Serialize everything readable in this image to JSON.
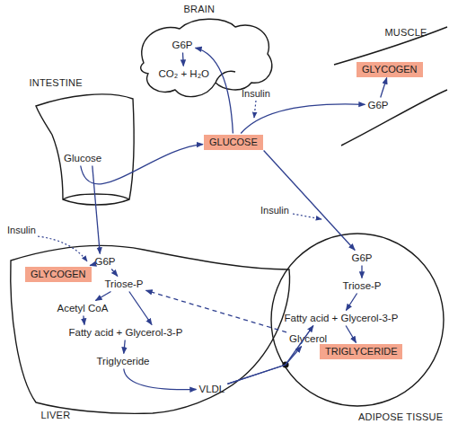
{
  "diagram": {
    "nodes": [
      {
        "text": [
          "BRAIN"
        ]
      },
      {
        "text": [
          "G6P"
        ],
        "in": 0
      },
      {
        "text": [
          "CO₂ + H₂O"
        ],
        "in": 0
      },
      {
        "text": [
          "MUSCLE"
        ]
      },
      {
        "text": [
          "GLYCOGEN"
        ],
        "in": 3
      },
      {
        "text": [
          "G6P"
        ],
        "in": 3
      },
      {
        "text": [
          "INTESTINE"
        ]
      },
      {
        "text": [
          "Glucose"
        ],
        "in": 6
      },
      {
        "text": [
          "GLUCOSE"
        ]
      },
      {
        "text": [
          "LIVER"
        ]
      },
      {
        "text": [
          "G6P"
        ],
        "in": 9
      },
      {
        "text": [
          "GLYCOGEN"
        ],
        "in": 9
      },
      {
        "text": [
          "Triose-P"
        ],
        "in": 9
      },
      {
        "text": [
          "Acetyl CoA"
        ],
        "in": 9
      },
      {
        "text": [
          "Fatty acid + Glycerol-3-P"
        ],
        "in": 9
      },
      {
        "text": [
          "Triglyceride"
        ],
        "in": 9
      },
      {
        "text": [
          "VLDL"
        ],
        "in": 9
      },
      {
        "text": [
          "ADIPOSE TISSUE"
        ]
      },
      {
        "text": [
          "G6P"
        ],
        "in": 17
      },
      {
        "text": [
          "Triose-P"
        ],
        "in": 17
      },
      {
        "text": [
          "Fatty acid + Glycerol-3-P"
        ],
        "in": 17
      },
      {
        "text": [
          "TRIGLYCERIDE"
        ],
        "in": 17
      },
      {
        "text": [
          "Glycerol"
        ],
        "in": 17
      }
    ],
    "edges": [
      {
        "from": 1,
        "to": 2,
        "arrow": "to"
      },
      {
        "from": 8,
        "to": 1,
        "arrow": "to"
      },
      {
        "from": 8,
        "to": 5,
        "arrow": "to"
      },
      {
        "from": 5,
        "to": 4,
        "arrow": "to"
      },
      {
        "from": 7,
        "to": 8,
        "arrow": "to"
      },
      {
        "from": 7,
        "to": 10,
        "arrow": "to"
      },
      {
        "from": 10,
        "to": 11,
        "arrow": "to"
      },
      {
        "from": 10,
        "to": 12,
        "arrow": "to"
      },
      {
        "from": 12,
        "to": 13,
        "arrow": "to"
      },
      {
        "from": 12,
        "to": 14,
        "arrow": "to"
      },
      {
        "from": 13,
        "to": 14,
        "arrow": "to"
      },
      {
        "from": 14,
        "to": 15,
        "arrow": "to"
      },
      {
        "from": 15,
        "to": 16,
        "arrow": "to"
      },
      {
        "from": 16,
        "to": 20,
        "arrow": "to"
      },
      {
        "from": 16,
        "to": 22,
        "arrow": "to"
      },
      {
        "from": 8,
        "to": 18,
        "arrow": "to"
      },
      {
        "from": 18,
        "to": 19,
        "arrow": "to"
      },
      {
        "from": 19,
        "to": 20,
        "arrow": "to"
      },
      {
        "from": 20,
        "to": 21,
        "arrow": "to"
      },
      {
        "from": 22,
        "to": 12,
        "arrow": "to"
      }
    ],
    "labels": [
      "Insulin",
      "Insulin",
      "Insulin"
    ]
  }
}
